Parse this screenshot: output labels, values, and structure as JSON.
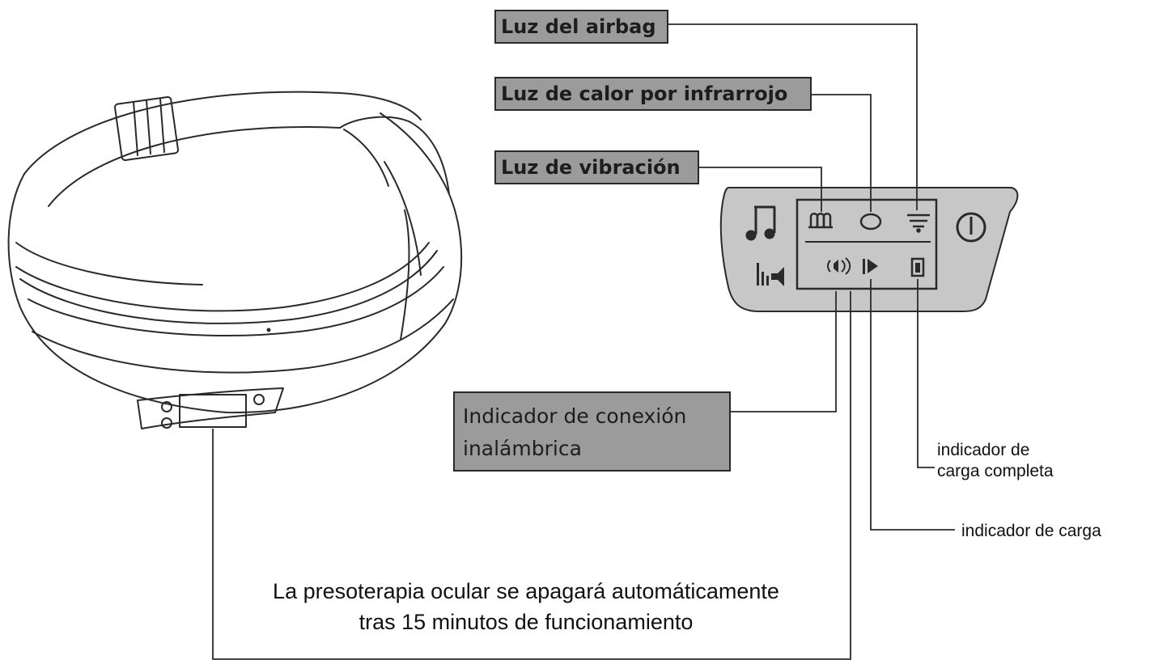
{
  "labels": {
    "airbag": "Luz del airbag",
    "infrared": "Luz de calor por infrarrojo",
    "vibration": "Luz de vibración",
    "wireless": [
      "Indicador de conexión",
      "inalámbrica"
    ],
    "full_charge": [
      "indicador de",
      "carga completa"
    ],
    "charging": "indicador de carga"
  },
  "caption": {
    "line1": "La presoterapia ocular se apagará automáticamente",
    "line2": "tras 15 minutos de funcionamiento"
  },
  "icons": {
    "music": "music-note-icon",
    "sound_mode": "sound-bars-icon",
    "power": "power-icon",
    "vibration": "vibration-icon",
    "infrared": "infrared-circle-icon",
    "airbag": "airbag-wifi-icon",
    "wireless": "wireless-icon",
    "charging": "charging-icon",
    "full_charge": "battery-icon"
  },
  "colors": {
    "label_fill": "#9b9b9b",
    "panel_fill": "#c7c7c7",
    "line": "#2a2a2a"
  }
}
